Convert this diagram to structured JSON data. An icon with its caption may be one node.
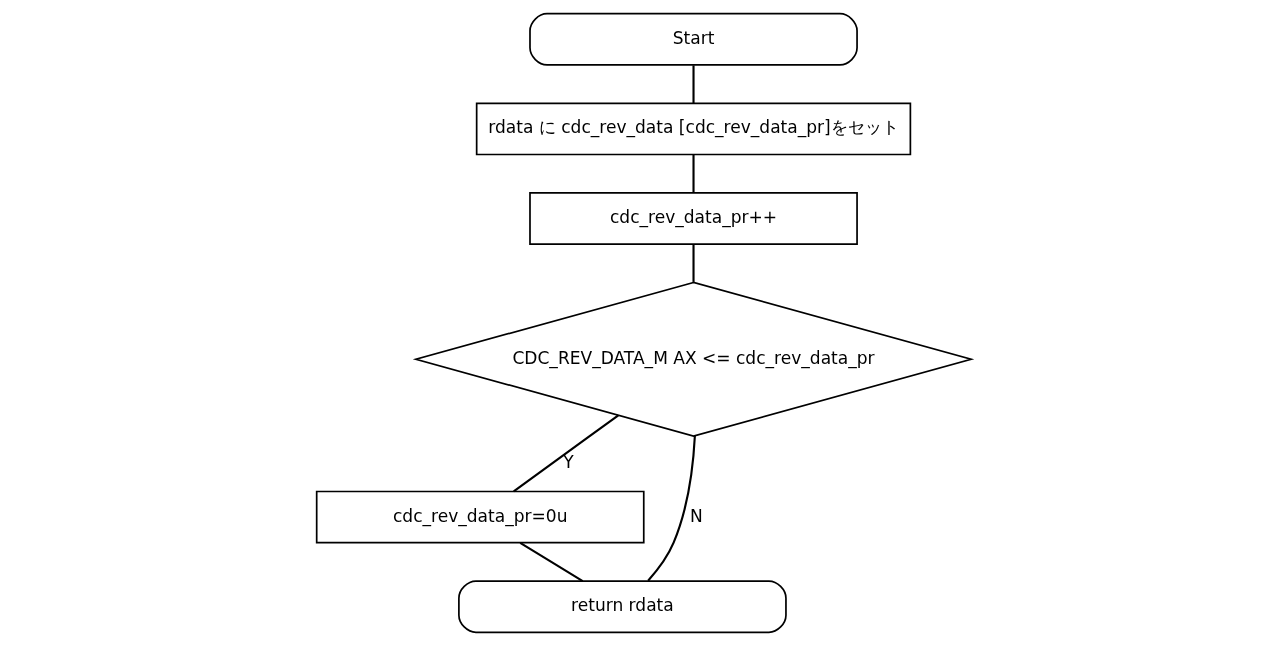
{
  "diagram": {
    "nodes": [
      {
        "text": [
          "Start"
        ]
      },
      {
        "text": [
          "rdata に cdc_rev_data [cdc_rev_data_pr]をセット"
        ]
      },
      {
        "text": [
          "cdc_rev_data_pr++"
        ]
      },
      {
        "text": [
          "CDC_REV_DATA_M AX <= cdc_rev_data_pr"
        ]
      },
      {
        "text": [
          "cdc_rev_data_pr=0u"
        ]
      },
      {
        "text": [
          "return rdata"
        ]
      }
    ],
    "edges": [
      {
        "from": 0,
        "to": 1,
        "arrow": "none"
      },
      {
        "from": 1,
        "to": 2,
        "arrow": "none"
      },
      {
        "from": 2,
        "to": 3,
        "arrow": "none"
      },
      {
        "from": 3,
        "to": 4,
        "arrow": "none",
        "label": "Y"
      },
      {
        "from": 4,
        "to": 5,
        "arrow": "none"
      },
      {
        "from": 3,
        "to": 5,
        "arrow": "none",
        "label": "N"
      }
    ]
  }
}
